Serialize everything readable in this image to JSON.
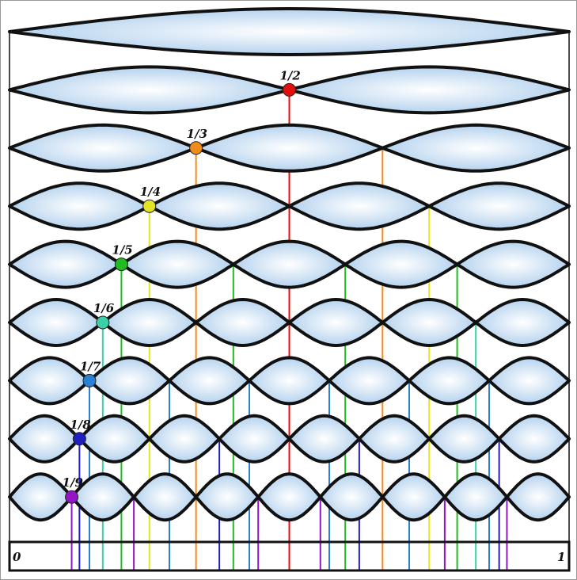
{
  "title": "Harmonic nodes of a vibrating string",
  "harmonics": [
    1,
    2,
    3,
    4,
    5,
    6,
    7,
    8,
    9
  ],
  "node_labels": [
    "1/2",
    "1/3",
    "1/4",
    "1/5",
    "1/6",
    "1/7",
    "1/8",
    "1/9"
  ],
  "axis": {
    "start_label": "0",
    "end_label": "1"
  },
  "colors": {
    "2": "#e01010",
    "3": "#f08c1c",
    "4": "#e4e426",
    "5": "#22bb22",
    "6": "#3ccfa8",
    "7": "#2a80d4",
    "8": "#2020c0",
    "9": "#9414c8",
    "outline": "#111111",
    "lobe_fill_center": "#ffffff",
    "lobe_fill_edge": "#b4d2ee"
  }
}
